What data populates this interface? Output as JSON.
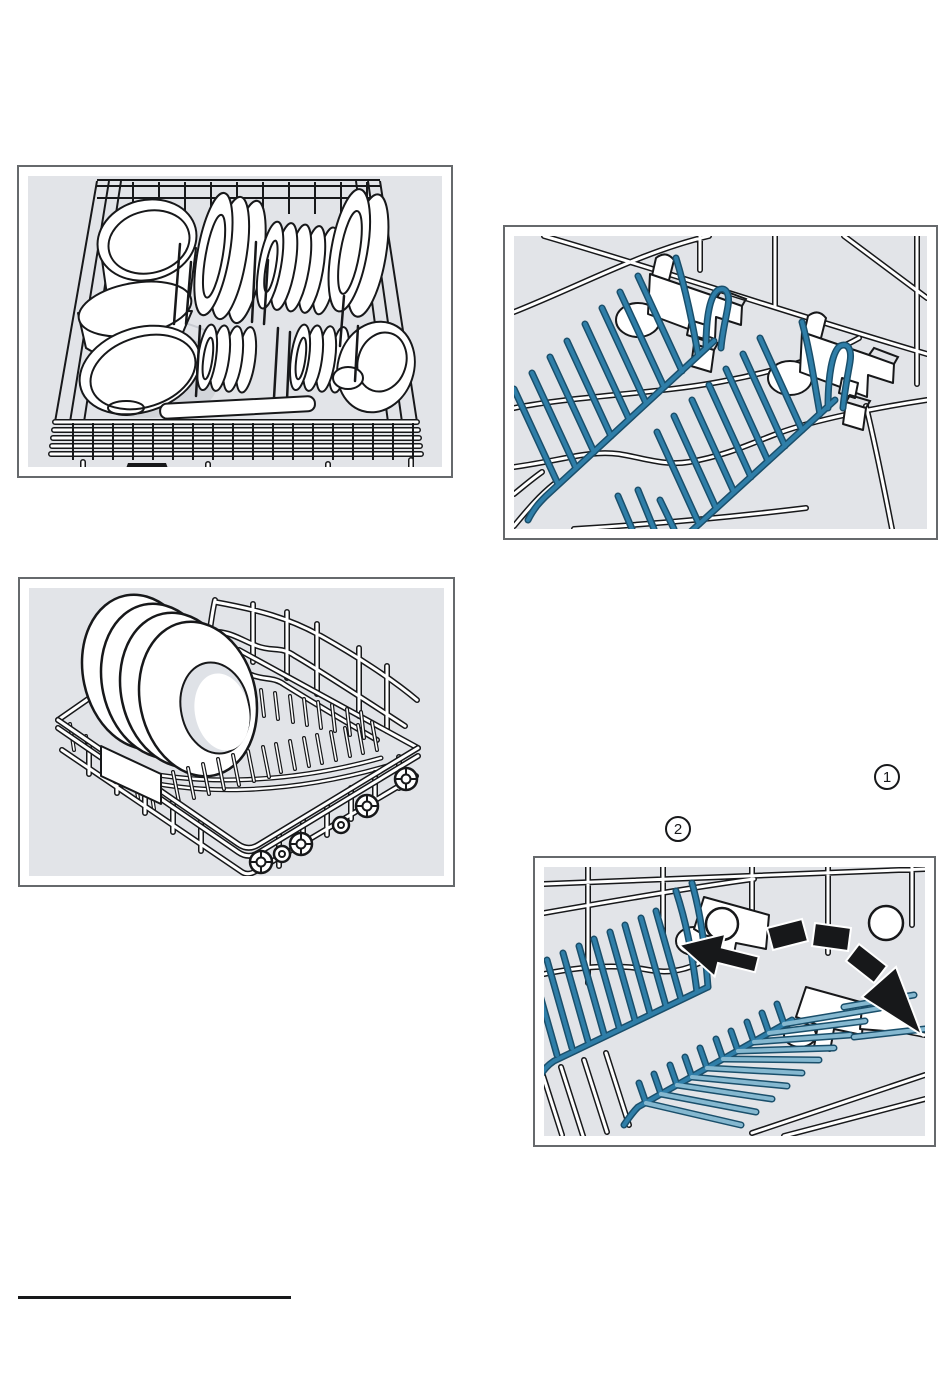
{
  "page": {
    "type": "appliance-manual-page",
    "background": "#ffffff"
  },
  "colors": {
    "figure_bg": "#e2e4e8",
    "figure_border": "#66696c",
    "line": "#17181a",
    "spike_blue": "#2f7ea8",
    "spike_dark": "#1a4f6b",
    "spike_light": "#85b8d0",
    "shadow": "#d2d5da"
  },
  "figures": [
    {
      "name": "upper-rack-loaded-with-dishes"
    },
    {
      "name": "folding-spikes-upright"
    },
    {
      "name": "lower-rack-with-plates"
    },
    {
      "name": "folding-spikes-being-folded"
    }
  ],
  "callouts": {
    "step1": "1",
    "step2": "2"
  },
  "footnote_rule": {
    "present": true
  }
}
